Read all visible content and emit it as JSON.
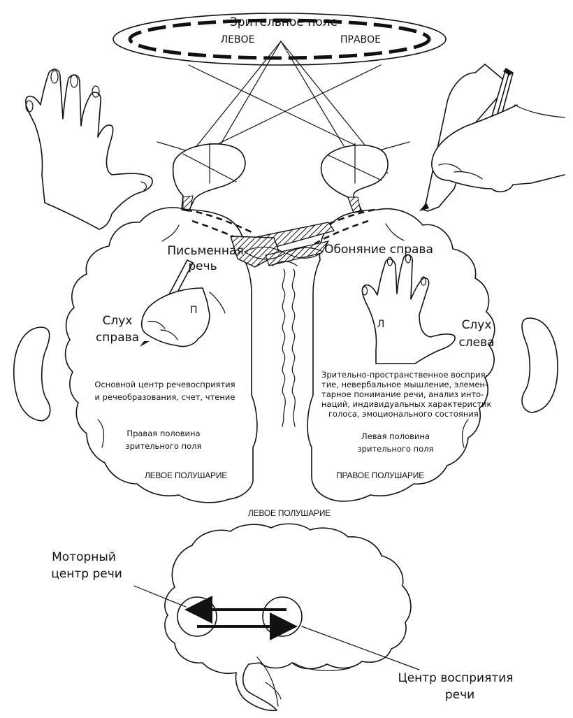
{
  "visual_field": {
    "title": "Зрительное поле",
    "left": "ЛЕВОЕ",
    "right": "ПРАВОЕ"
  },
  "left_hemisphere": {
    "written_speech": [
      "Письменная",
      "речь"
    ],
    "hand_letter": "П",
    "hearing": [
      "Слух",
      "справа"
    ],
    "functions": [
      "Основной центр речевосприятия",
      "и речеобразования, счет, чтение"
    ],
    "visual_half": [
      "Правая половина",
      "зрительного поля"
    ],
    "name": "ЛЕВОЕ ПОЛУШАРИЕ"
  },
  "right_hemisphere": {
    "smell": "Обоняние справа",
    "hand_letter": "Л",
    "hearing": [
      "Слух",
      "слева"
    ],
    "functions": [
      "Зрительно-пространственное восприя-",
      "тие, невербальное мышление, элемен-",
      "тарное понимание речи, анализ инто-",
      "наций, индивидуальных характеристик",
      "голоса, эмоционального состояния"
    ],
    "visual_half": [
      "Левая половина",
      "зрительного поля"
    ],
    "name": "ПРАВОЕ ПОЛУШАРИЕ"
  },
  "lateral_view": {
    "title": "ЛЕВОЕ ПОЛУШАРИЕ",
    "motor_center": [
      "Моторный",
      "центр речи"
    ],
    "perception_center": [
      "Центр восприятия",
      "речи"
    ]
  },
  "icons": {
    "left_hand_big": "open-hand-icon",
    "right_hand_big": "writing-hand-icon",
    "eyes": "eye-icon",
    "ears": "ear-icon"
  }
}
